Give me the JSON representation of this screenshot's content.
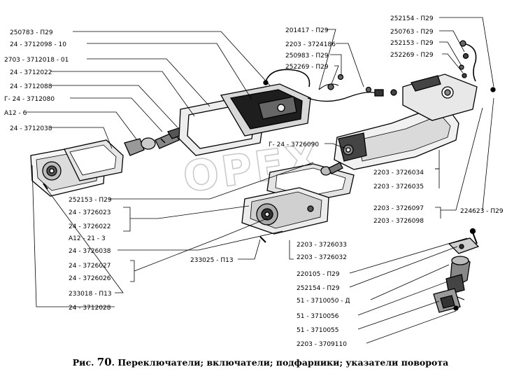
{
  "watermark": "OPEX",
  "caption": {
    "prefix": "Рис.",
    "number": "70",
    "title": ". Переключатели; включатели; подфарники; указатели поворота"
  },
  "labels_left": [
    "250783 - П29",
    "24 - 3712098 - 10",
    "2703 - 3712018 - 01",
    "24 - 3712022",
    "24 - 3712088",
    "Г- 24 - 3712080",
    "А12 - 6",
    "24 - 3712038"
  ],
  "labels_top_center": [
    "201417 - П29",
    "2203 - 3724186",
    "250983 - П29",
    "252269 - П29"
  ],
  "labels_top_right": [
    "252154 - П29",
    "250763 - П29",
    "252153 - П29",
    "252269 - П29"
  ],
  "label_mid_center": "Г- 24 - 3726090",
  "labels_mid_right_a": [
    "2203 - 3726034",
    "2203 - 3726035"
  ],
  "labels_mid_right_b": [
    "2203 - 3726097",
    "2203 - 3726098"
  ],
  "label_far_right": "224623 - П29",
  "labels_lower_left": [
    "252153 - П29",
    "24 - 3726023",
    "24 - 3726022",
    "А12 - 21 - 3",
    "24 - 3726038",
    "24 - 3726027",
    "24 - 3726026",
    "233018 - П13",
    "24 - 3712028"
  ],
  "label_center_bottom": "233025 - П13",
  "labels_bottom_mid": [
    "2203 - 3726033",
    "2203 - 3726032"
  ],
  "labels_bottom_right": [
    "220105 - П29",
    "252154 - П29",
    "51 - 3710050 - Д",
    "51 - 3710056",
    "51 - 3710055",
    "2203 - 3709110"
  ]
}
